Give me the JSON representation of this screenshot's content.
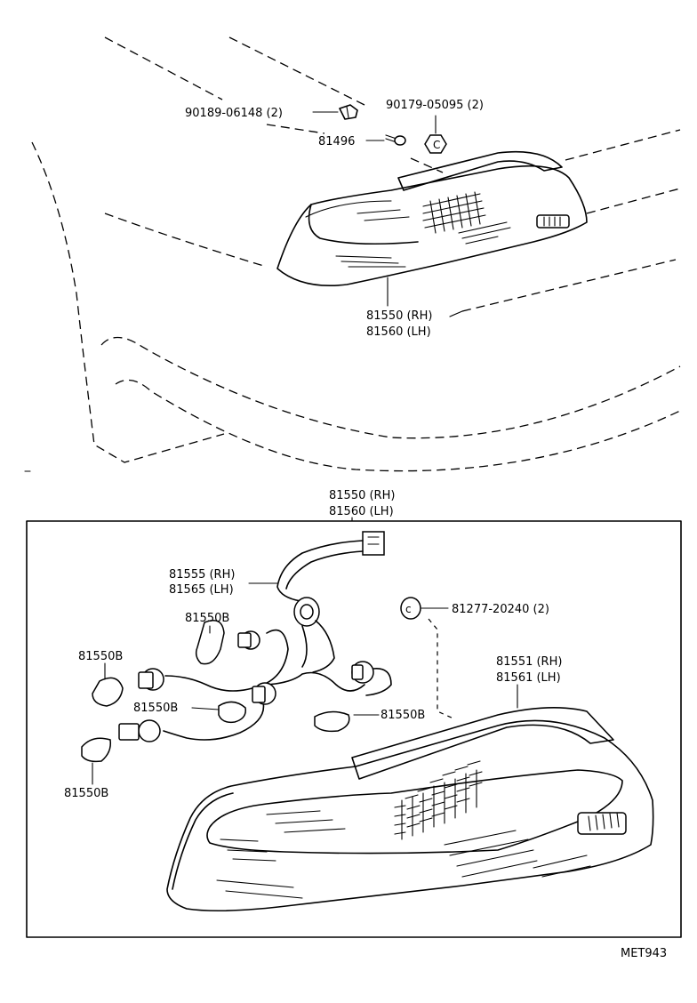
{
  "labels": {
    "bolt_clip": "90189-06148 (2)",
    "nut": "90179-05095 (2)",
    "screw": "81496",
    "lamp_top_rh": "81550 (RH)",
    "lamp_top_lh": "81560 (LH)",
    "assy_rh": "81550 (RH)",
    "assy_lh": "81560 (LH)",
    "socket_rh": "81555 (RH)",
    "socket_lh": "81565 (LH)",
    "gasket": "81277-20240 (2)",
    "lens_rh": "81551 (RH)",
    "lens_lh": "81561 (LH)",
    "bulb_1": "81550B",
    "bulb_2": "81550B",
    "bulb_3": "81550B",
    "bulb_4": "81550B",
    "bulb_5": "81550B"
  },
  "reference_code": "MET943"
}
